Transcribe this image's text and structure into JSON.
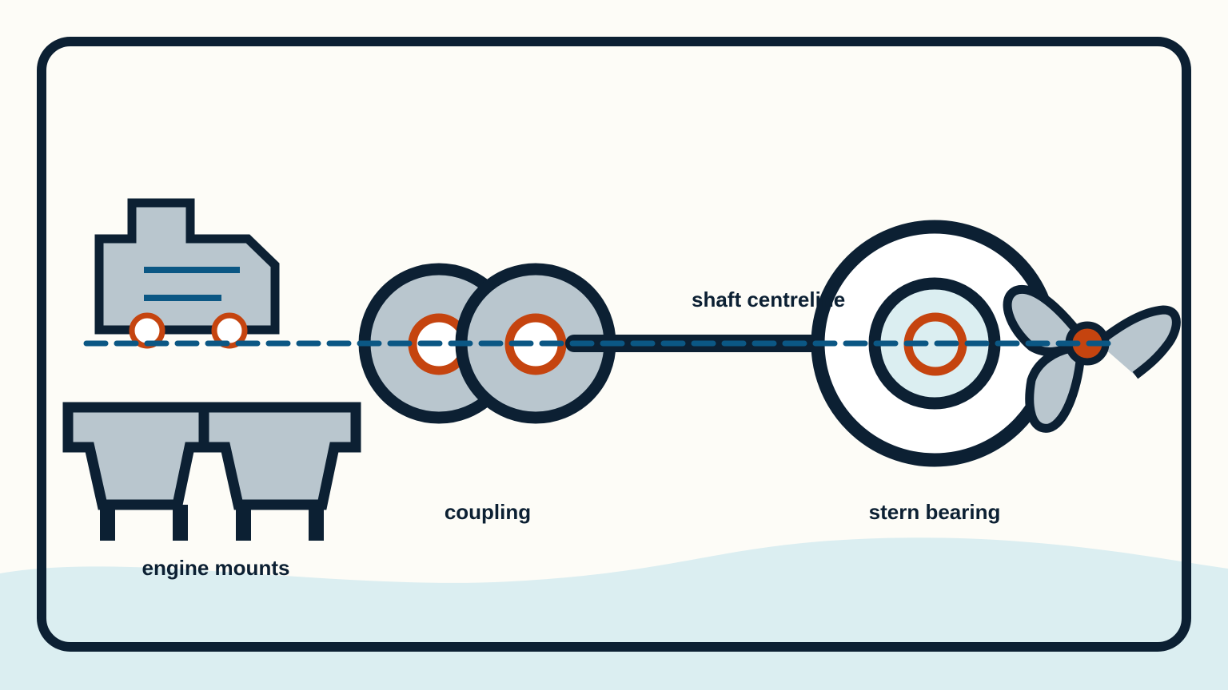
{
  "labels": {
    "engine_mounts": "engine mounts",
    "coupling": "coupling",
    "shaft_centreline": "shaft centreline",
    "stern_bearing": "stern bearing"
  },
  "colors": {
    "background": "#fdfcf7",
    "water": "#dbeef1",
    "outline": "#0c2033",
    "fill_grey": "#b9c6ce",
    "centreline": "#0b5784",
    "accent_orange": "#c5440f",
    "bearing_inner": "#dbeef1"
  }
}
